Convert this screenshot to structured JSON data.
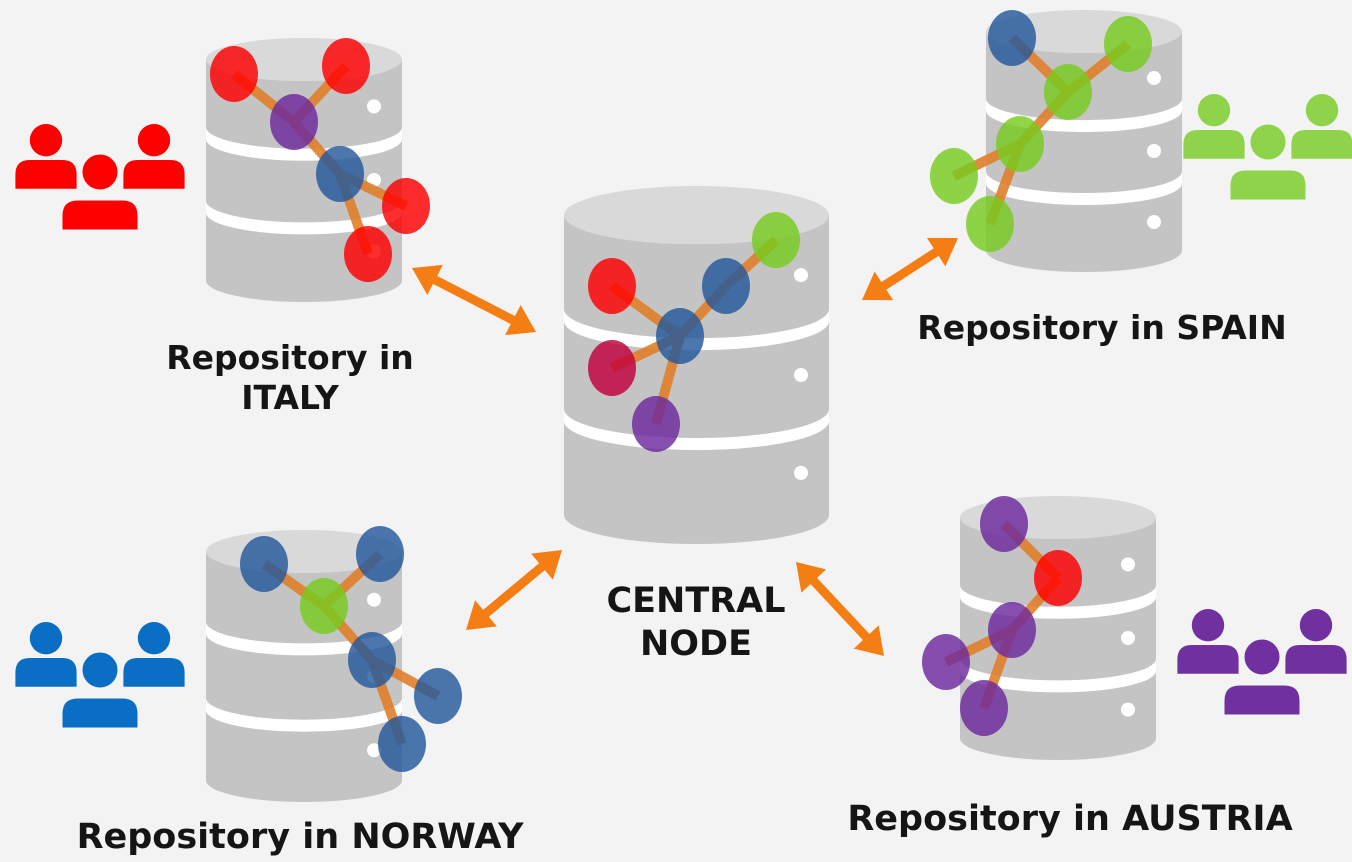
{
  "repositories": {
    "italy": {
      "line1": "Repository in",
      "line2": "ITALY",
      "users_color": "#ff0000"
    },
    "spain": {
      "line1": "Repository in SPAIN",
      "users_color": "#8ed34a"
    },
    "norway": {
      "line1": "Repository in NORWAY",
      "users_color": "#0a6fc4"
    },
    "austria": {
      "line1": "Repository in AUSTRIA",
      "users_color": "#7030a0"
    }
  },
  "central": {
    "line1": "CENTRAL",
    "line2": "NODE"
  },
  "colors": {
    "cylinder": "#c4c4c4",
    "cylinder_top": "#d9d9d9",
    "band": "#ffffff",
    "arrow": "#f47e14",
    "edge": "#e07f2a",
    "red": "#ff0000",
    "crimson": "#c0003c",
    "blue": "#23599c",
    "green": "#76cc1f",
    "purple": "#6d2a9e"
  },
  "icons": [
    "database-icon",
    "users-icon",
    "double-arrow-icon",
    "graph-node-icon"
  ]
}
